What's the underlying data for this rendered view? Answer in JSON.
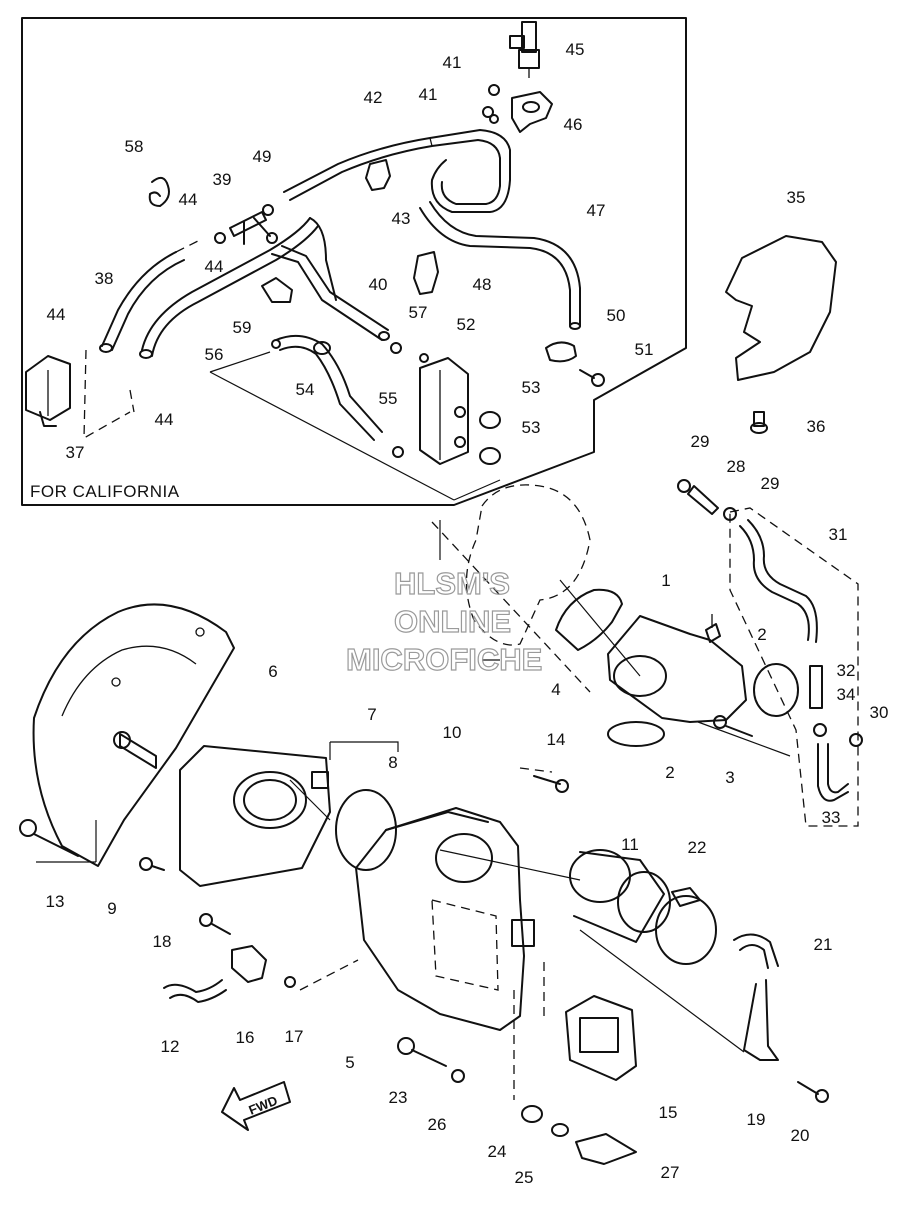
{
  "region_label": "FOR CALIFORNIA",
  "watermark": [
    "HLSM'S",
    "ONLINE",
    "MICROFICHE"
  ],
  "fwd_label": "FWD",
  "callouts": [
    {
      "id": "45",
      "text": "45"
    },
    {
      "id": "41a",
      "text": "41"
    },
    {
      "id": "41b",
      "text": "41"
    },
    {
      "id": "46",
      "text": "46"
    },
    {
      "id": "42",
      "text": "42"
    },
    {
      "id": "58",
      "text": "58"
    },
    {
      "id": "49",
      "text": "49"
    },
    {
      "id": "39",
      "text": "39"
    },
    {
      "id": "44a",
      "text": "44"
    },
    {
      "id": "44b",
      "text": "44"
    },
    {
      "id": "43",
      "text": "43"
    },
    {
      "id": "47",
      "text": "47"
    },
    {
      "id": "38",
      "text": "38"
    },
    {
      "id": "40",
      "text": "40"
    },
    {
      "id": "48",
      "text": "48"
    },
    {
      "id": "59",
      "text": "59"
    },
    {
      "id": "44c",
      "text": "44"
    },
    {
      "id": "57",
      "text": "57"
    },
    {
      "id": "52",
      "text": "52"
    },
    {
      "id": "50",
      "text": "50"
    },
    {
      "id": "56",
      "text": "56"
    },
    {
      "id": "51",
      "text": "51"
    },
    {
      "id": "54",
      "text": "54"
    },
    {
      "id": "53a",
      "text": "53"
    },
    {
      "id": "44d",
      "text": "44"
    },
    {
      "id": "55",
      "text": "55"
    },
    {
      "id": "53b",
      "text": "53"
    },
    {
      "id": "37",
      "text": "37"
    },
    {
      "id": "35",
      "text": "35"
    },
    {
      "id": "36",
      "text": "36"
    },
    {
      "id": "29a",
      "text": "29"
    },
    {
      "id": "28",
      "text": "28"
    },
    {
      "id": "29b",
      "text": "29"
    },
    {
      "id": "31",
      "text": "31"
    },
    {
      "id": "1",
      "text": "1"
    },
    {
      "id": "2a",
      "text": "2"
    },
    {
      "id": "4",
      "text": "4"
    },
    {
      "id": "32",
      "text": "32"
    },
    {
      "id": "34",
      "text": "34"
    },
    {
      "id": "30",
      "text": "30"
    },
    {
      "id": "2b",
      "text": "2"
    },
    {
      "id": "3",
      "text": "3"
    },
    {
      "id": "33",
      "text": "33"
    },
    {
      "id": "6",
      "text": "6"
    },
    {
      "id": "7",
      "text": "7"
    },
    {
      "id": "10",
      "text": "10"
    },
    {
      "id": "8",
      "text": "8"
    },
    {
      "id": "14",
      "text": "14"
    },
    {
      "id": "11",
      "text": "11"
    },
    {
      "id": "22",
      "text": "22"
    },
    {
      "id": "13",
      "text": "13"
    },
    {
      "id": "9",
      "text": "9"
    },
    {
      "id": "21",
      "text": "21"
    },
    {
      "id": "18",
      "text": "18"
    },
    {
      "id": "12",
      "text": "12"
    },
    {
      "id": "16",
      "text": "16"
    },
    {
      "id": "17",
      "text": "17"
    },
    {
      "id": "5",
      "text": "5"
    },
    {
      "id": "23",
      "text": "23"
    },
    {
      "id": "26",
      "text": "26"
    },
    {
      "id": "15",
      "text": "15"
    },
    {
      "id": "19",
      "text": "19"
    },
    {
      "id": "20",
      "text": "20"
    },
    {
      "id": "24",
      "text": "24"
    },
    {
      "id": "25",
      "text": "25"
    },
    {
      "id": "27",
      "text": "27"
    }
  ]
}
